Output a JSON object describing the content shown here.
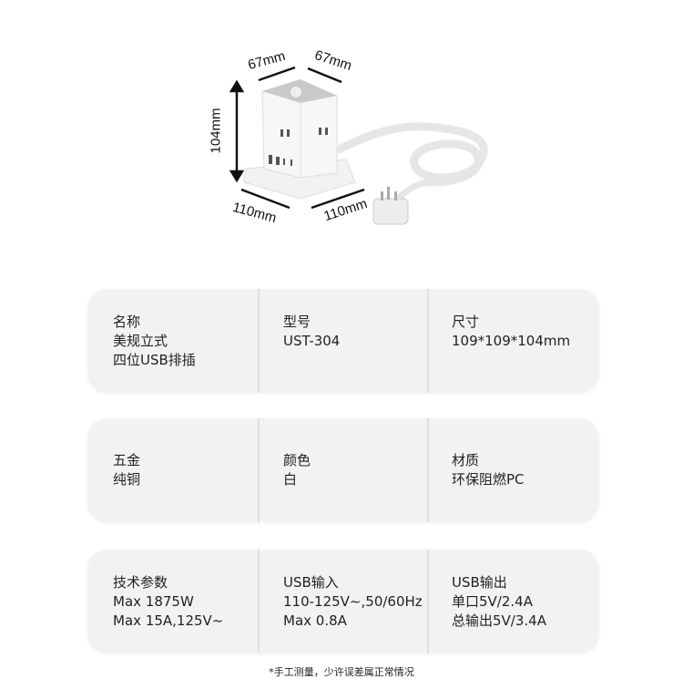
{
  "dimensions": {
    "width_top_left": "67mm",
    "width_top_right": "67mm",
    "height": "104mm",
    "base_left": "110mm",
    "base_right": "110mm"
  },
  "cards": [
    {
      "cells": [
        {
          "label": "名称",
          "lines": [
            "美规立式",
            "四位USB排插"
          ]
        },
        {
          "label": "型号",
          "lines": [
            "UST-304"
          ]
        },
        {
          "label": "尺寸",
          "lines": [
            "109*109*104mm"
          ]
        }
      ]
    },
    {
      "cells": [
        {
          "label": "五金",
          "lines": [
            "纯铜"
          ]
        },
        {
          "label": "颜色",
          "lines": [
            "白"
          ]
        },
        {
          "label": "材质",
          "lines": [
            "环保阻燃PC"
          ]
        }
      ]
    },
    {
      "cells": [
        {
          "label": "技术参数",
          "lines": [
            "Max 1875W",
            "Max 15A,125V~"
          ]
        },
        {
          "label": "USB输入",
          "lines": [
            "110-125V~,50/60Hz",
            "Max 0.8A"
          ]
        },
        {
          "label": "USB输出",
          "lines": [
            "单口5V/2.4A",
            "总输出5V/3.4A"
          ]
        }
      ]
    }
  ],
  "footnote": "*手工测量，少许误差属正常情况"
}
